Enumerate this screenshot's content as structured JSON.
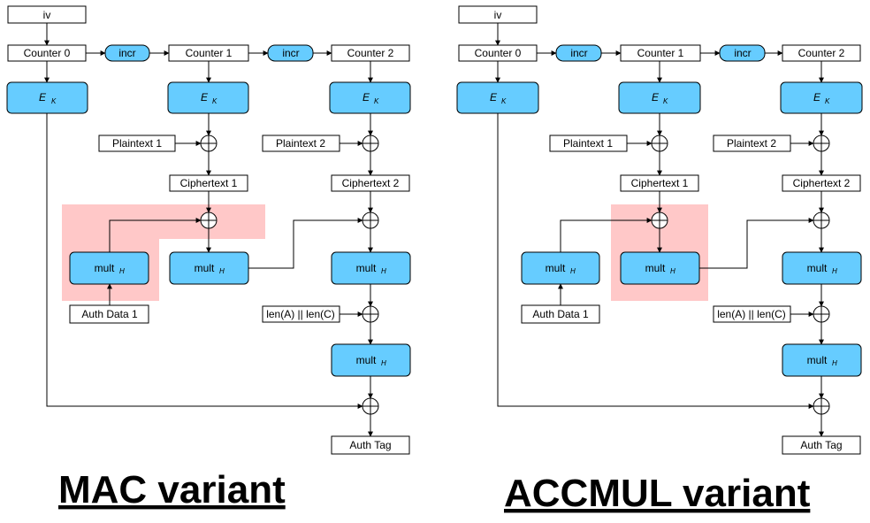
{
  "labels": {
    "iv": "iv",
    "counter0": "Counter 0",
    "counter1": "Counter 1",
    "counter2": "Counter 2",
    "incr": "incr",
    "ek": "E",
    "ek_sub": "K",
    "plaintext1": "Plaintext 1",
    "plaintext2": "Plaintext 2",
    "ciphertext1": "Ciphertext 1",
    "ciphertext2": "Ciphertext 2",
    "mult": "mult",
    "mult_sub": "H",
    "auth_data1": "Auth Data 1",
    "len": "len(A) || len(C)",
    "auth_tag": "Auth Tag"
  },
  "captions": {
    "left": "MAC variant",
    "right": "ACCMUL variant"
  },
  "colors": {
    "block_fill": "#66ccff",
    "highlight": "#ffc8c8"
  }
}
